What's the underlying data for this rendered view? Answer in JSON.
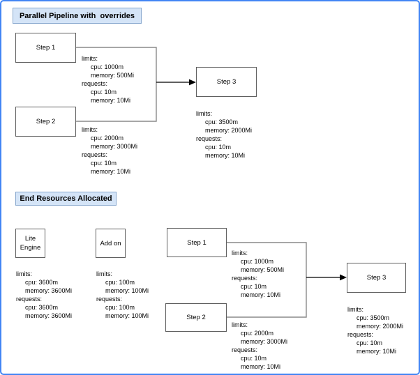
{
  "colors": {
    "frame_border": "#4285f4",
    "section_title_fill": "#d4e4f7",
    "section_title_border": "#86a6cd",
    "node_border": "#5f5f5f",
    "bracket_line": "#8a8a8a",
    "arrow": "#000000"
  },
  "top_section": {
    "title": "Parallel Pipeline with  overrides",
    "nodes": {
      "step1": {
        "label": "Step 1"
      },
      "step2": {
        "label": "Step 2"
      },
      "step3": {
        "label": "Step 3"
      }
    },
    "resources": {
      "step1": {
        "limits_label": "limits:",
        "limits_cpu": "cpu: 1000m",
        "limits_memory": "memory: 500Mi",
        "requests_label": "requests:",
        "requests_cpu": "cpu: 10m",
        "requests_memory": "memory: 10Mi"
      },
      "step2": {
        "limits_label": "limits:",
        "limits_cpu": "cpu: 2000m",
        "limits_memory": "memory: 3000Mi",
        "requests_label": "requests:",
        "requests_cpu": "cpu: 10m",
        "requests_memory": "memory: 10Mi"
      },
      "step3": {
        "limits_label": "limits:",
        "limits_cpu": "cpu: 3500m",
        "limits_memory": "memory: 2000Mi",
        "requests_label": "requests:",
        "requests_cpu": "cpu: 10m",
        "requests_memory": "memory: 10Mi"
      }
    }
  },
  "bottom_section": {
    "title": "End Resources Allocated",
    "nodes": {
      "lite_engine": {
        "label_line1": "Lite",
        "label_line2": "Engine"
      },
      "add_on": {
        "label": "Add on"
      },
      "step1": {
        "label": "Step 1"
      },
      "step2": {
        "label": "Step 2"
      },
      "step3": {
        "label": "Step 3"
      }
    },
    "resources": {
      "lite_engine": {
        "limits_label": "limits:",
        "limits_cpu": "cpu: 3600m",
        "limits_memory": "memory: 3600Mi",
        "requests_label": "requests:",
        "requests_cpu": "cpu: 3600m",
        "requests_memory": "memory: 3600Mi"
      },
      "add_on": {
        "limits_label": "limits:",
        "limits_cpu": "cpu: 100m",
        "limits_memory": "memory: 100Mi",
        "requests_label": "requests:",
        "requests_cpu": "cpu: 100m",
        "requests_memory": "memory: 100Mi"
      },
      "step1": {
        "limits_label": "limits:",
        "limits_cpu": "cpu: 1000m",
        "limits_memory": "memory: 500Mi",
        "requests_label": "requests:",
        "requests_cpu": "cpu: 10m",
        "requests_memory": "memory: 10Mi"
      },
      "step2": {
        "limits_label": "limits:",
        "limits_cpu": "cpu: 2000m",
        "limits_memory": "memory: 3000Mi",
        "requests_label": "requests:",
        "requests_cpu": "cpu: 10m",
        "requests_memory": "memory: 10Mi"
      },
      "step3": {
        "limits_label": "limits:",
        "limits_cpu": "cpu: 3500m",
        "limits_memory": "memory: 2000Mi",
        "requests_label": "requests:",
        "requests_cpu": "cpu: 10m",
        "requests_memory": "memory: 10Mi"
      }
    }
  }
}
